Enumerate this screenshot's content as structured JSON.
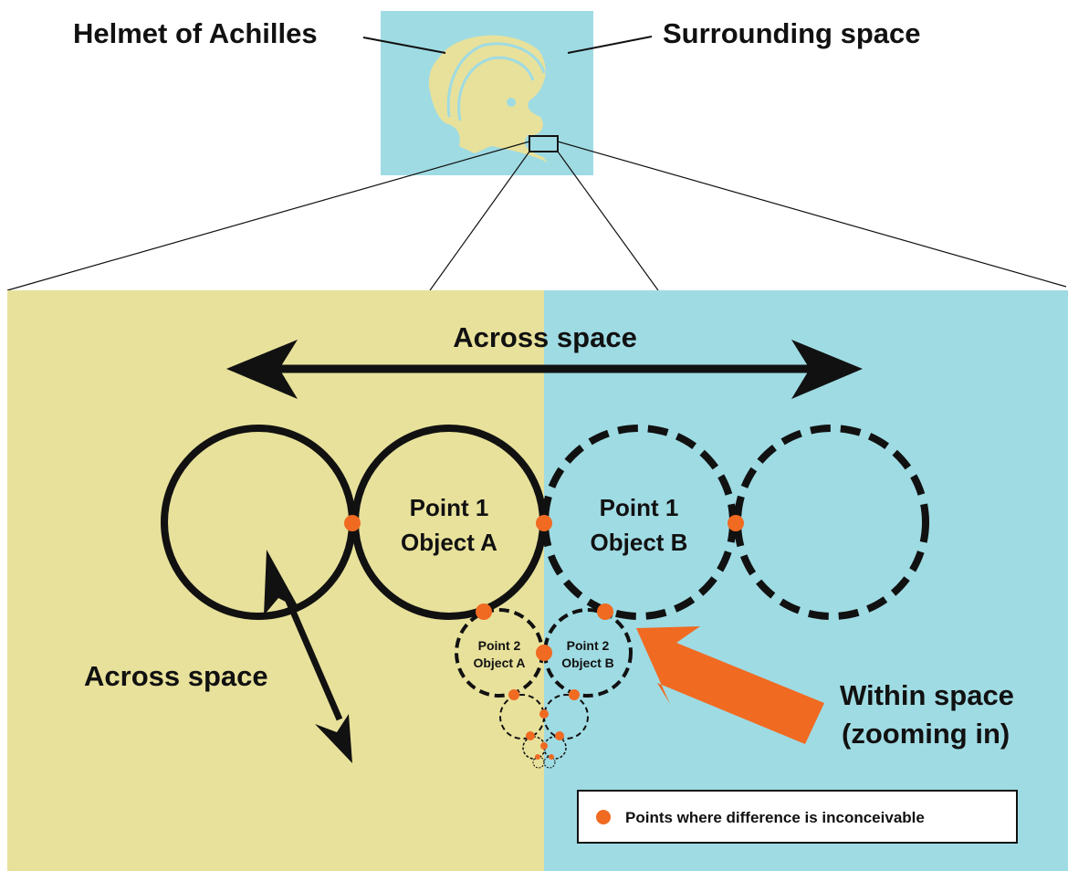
{
  "labels": {
    "helmet": "Helmet of Achilles",
    "surrounding": "Surrounding space",
    "across_top": "Across space",
    "across_left": "Across space",
    "within_line1": "Within space",
    "within_line2": "(zooming in)"
  },
  "circles": {
    "point1_a_line1": "Point 1",
    "point1_a_line2": "Object A",
    "point1_b_line1": "Point 1",
    "point1_b_line2": "Object B",
    "point2_a_line1": "Point 2",
    "point2_a_line2": "Object A",
    "point2_b_line1": "Point 2",
    "point2_b_line2": "Object B"
  },
  "legend": {
    "text": "Points where difference is inconceivable"
  },
  "colors": {
    "object_yellow": "#e8e19b",
    "space_blue": "#9fdbe3",
    "point_orange": "#f06a22",
    "ink": "#111111"
  }
}
